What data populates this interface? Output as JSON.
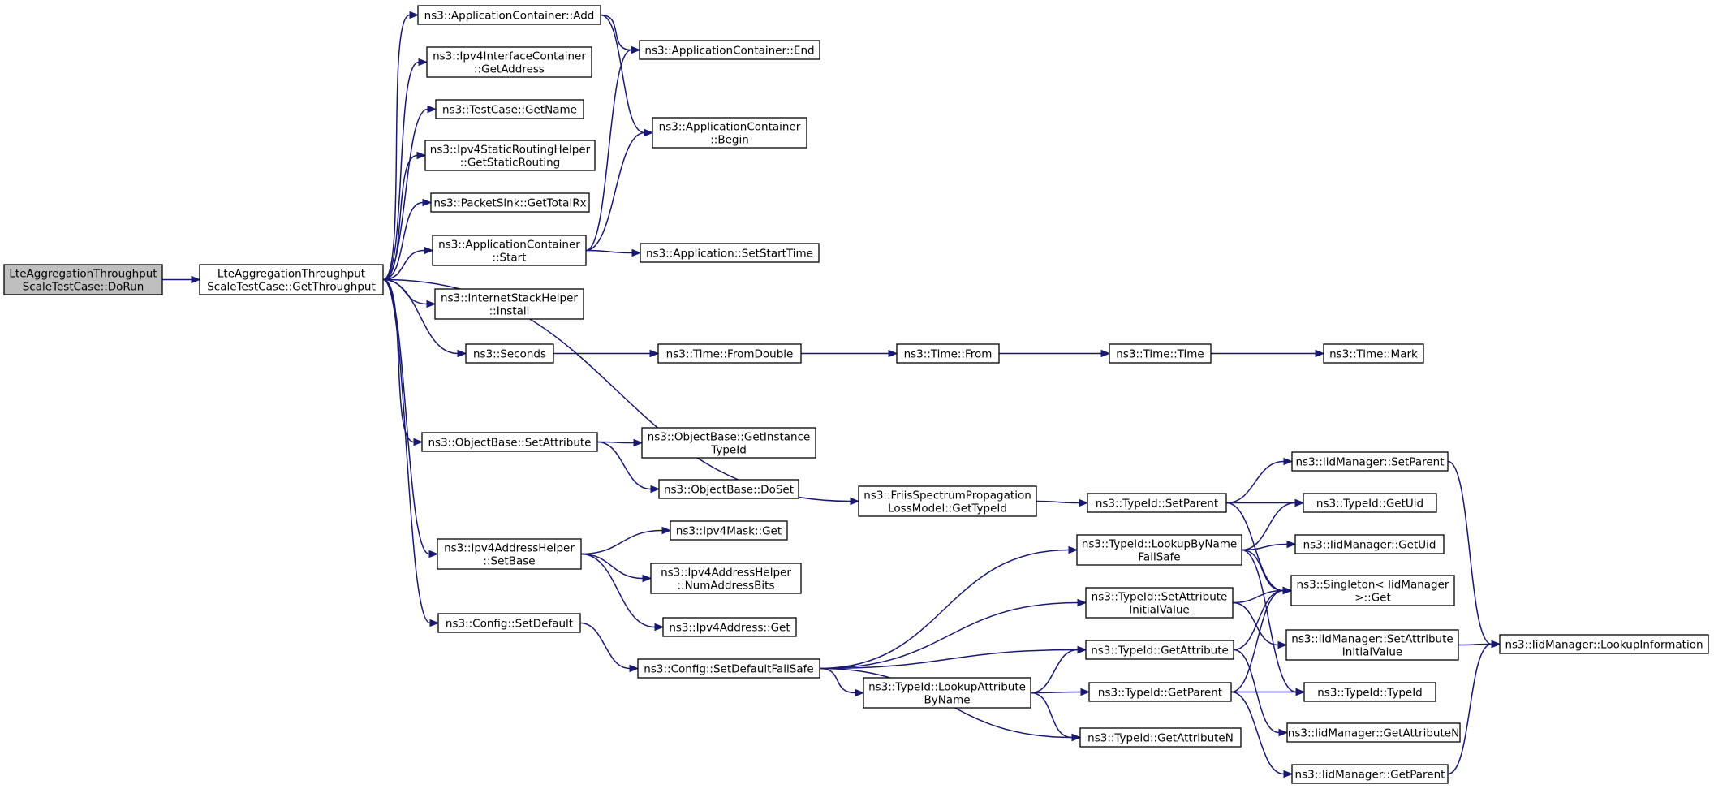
{
  "diagram": {
    "type": "call-graph",
    "root": "doRun",
    "nodes": [
      {
        "id": "doRun",
        "lines": [
          "LteAggregationThroughput",
          "ScaleTestCase::DoRun"
        ],
        "highlight": true
      },
      {
        "id": "getThroughput",
        "lines": [
          "LteAggregationThroughput",
          "ScaleTestCase::GetThroughput"
        ]
      },
      {
        "id": "appAdd",
        "lines": [
          "ns3::ApplicationContainer::Add"
        ]
      },
      {
        "id": "ipv4IfGetAddress",
        "lines": [
          "ns3::Ipv4InterfaceContainer",
          "::GetAddress"
        ]
      },
      {
        "id": "testCaseGetName",
        "lines": [
          "ns3::TestCase::GetName"
        ]
      },
      {
        "id": "staticRouting",
        "lines": [
          "ns3::Ipv4StaticRoutingHelper",
          "::GetStaticRouting"
        ]
      },
      {
        "id": "packetSinkTotalRx",
        "lines": [
          "ns3::PacketSink::GetTotalRx"
        ]
      },
      {
        "id": "appStart",
        "lines": [
          "ns3::ApplicationContainer",
          "::Start"
        ]
      },
      {
        "id": "internetInstall",
        "lines": [
          "ns3::InternetStackHelper",
          "::Install"
        ]
      },
      {
        "id": "seconds",
        "lines": [
          "ns3::Seconds"
        ]
      },
      {
        "id": "objSetAttr",
        "lines": [
          "ns3::ObjectBase::SetAttribute"
        ]
      },
      {
        "id": "ipv4AddrSetBase",
        "lines": [
          "ns3::Ipv4AddressHelper",
          "::SetBase"
        ]
      },
      {
        "id": "configSetDefault",
        "lines": [
          "ns3::Config::SetDefault"
        ]
      },
      {
        "id": "appEnd",
        "lines": [
          "ns3::ApplicationContainer::End"
        ]
      },
      {
        "id": "appBegin",
        "lines": [
          "ns3::ApplicationContainer",
          "::Begin"
        ]
      },
      {
        "id": "appSetStart",
        "lines": [
          "ns3::Application::SetStartTime"
        ]
      },
      {
        "id": "timeFromDouble",
        "lines": [
          "ns3::Time::FromDouble"
        ]
      },
      {
        "id": "timeFrom",
        "lines": [
          "ns3::Time::From"
        ]
      },
      {
        "id": "timeTime",
        "lines": [
          "ns3::Time::Time"
        ]
      },
      {
        "id": "timeMark",
        "lines": [
          "ns3::Time::Mark"
        ]
      },
      {
        "id": "objGetInstTypeId",
        "lines": [
          "ns3::ObjectBase::GetInstance",
          "TypeId"
        ]
      },
      {
        "id": "objDoSet",
        "lines": [
          "ns3::ObjectBase::DoSet"
        ]
      },
      {
        "id": "friisGetTypeId",
        "lines": [
          "ns3::FriisSpectrumPropagation",
          "LossModel::GetTypeId"
        ]
      },
      {
        "id": "ipv4MaskGet",
        "lines": [
          "ns3::Ipv4Mask::Get"
        ]
      },
      {
        "id": "numAddrBits",
        "lines": [
          "ns3::Ipv4AddressHelper",
          "::NumAddressBits"
        ]
      },
      {
        "id": "ipv4AddrGet",
        "lines": [
          "ns3::Ipv4Address::Get"
        ]
      },
      {
        "id": "configSetDefaultFailSafe",
        "lines": [
          "ns3::Config::SetDefaultFailSafe"
        ]
      },
      {
        "id": "typeIdSetParent",
        "lines": [
          "ns3::TypeId::SetParent"
        ]
      },
      {
        "id": "lookupByNameFailSafe",
        "lines": [
          "ns3::TypeId::LookupByName",
          "FailSafe"
        ]
      },
      {
        "id": "setAttrInitial",
        "lines": [
          "ns3::TypeId::SetAttribute",
          "InitialValue"
        ]
      },
      {
        "id": "typeIdGetAttribute",
        "lines": [
          "ns3::TypeId::GetAttribute"
        ]
      },
      {
        "id": "lookupAttrByName",
        "lines": [
          "ns3::TypeId::LookupAttribute",
          "ByName"
        ]
      },
      {
        "id": "typeIdGetParent",
        "lines": [
          "ns3::TypeId::GetParent"
        ]
      },
      {
        "id": "typeIdGetAttrN",
        "lines": [
          "ns3::TypeId::GetAttributeN"
        ]
      },
      {
        "id": "iidSetParent",
        "lines": [
          "ns3::IidManager::SetParent"
        ]
      },
      {
        "id": "typeIdGetUid",
        "lines": [
          "ns3::TypeId::GetUid"
        ]
      },
      {
        "id": "iidGetUid",
        "lines": [
          "ns3::IidManager::GetUid"
        ]
      },
      {
        "id": "singletonGet",
        "lines": [
          "ns3::Singleton< IidManager",
          ">::Get"
        ]
      },
      {
        "id": "iidSetAttrInitial",
        "lines": [
          "ns3::IidManager::SetAttribute",
          "InitialValue"
        ]
      },
      {
        "id": "typeIdTypeId",
        "lines": [
          "ns3::TypeId::TypeId"
        ]
      },
      {
        "id": "iidGetAttrN",
        "lines": [
          "ns3::IidManager::GetAttributeN"
        ]
      },
      {
        "id": "iidGetParent",
        "lines": [
          "ns3::IidManager::GetParent"
        ]
      },
      {
        "id": "iidLookupInfo",
        "lines": [
          "ns3::IidManager::LookupInformation"
        ]
      }
    ],
    "edges": [
      [
        "doRun",
        "getThroughput"
      ],
      [
        "getThroughput",
        "appAdd"
      ],
      [
        "getThroughput",
        "ipv4IfGetAddress"
      ],
      [
        "getThroughput",
        "testCaseGetName"
      ],
      [
        "getThroughput",
        "staticRouting"
      ],
      [
        "getThroughput",
        "packetSinkTotalRx"
      ],
      [
        "getThroughput",
        "appStart"
      ],
      [
        "getThroughput",
        "internetInstall"
      ],
      [
        "getThroughput",
        "seconds"
      ],
      [
        "getThroughput",
        "friisGetTypeId"
      ],
      [
        "getThroughput",
        "objSetAttr"
      ],
      [
        "getThroughput",
        "ipv4AddrSetBase"
      ],
      [
        "getThroughput",
        "configSetDefault"
      ],
      [
        "appAdd",
        "appEnd"
      ],
      [
        "appAdd",
        "appBegin"
      ],
      [
        "appStart",
        "appEnd"
      ],
      [
        "appStart",
        "appBegin"
      ],
      [
        "appStart",
        "appSetStart"
      ],
      [
        "seconds",
        "timeFromDouble"
      ],
      [
        "timeFromDouble",
        "timeFrom"
      ],
      [
        "timeFrom",
        "timeTime"
      ],
      [
        "timeTime",
        "timeMark"
      ],
      [
        "objSetAttr",
        "objGetInstTypeId"
      ],
      [
        "objSetAttr",
        "objDoSet"
      ],
      [
        "ipv4AddrSetBase",
        "ipv4MaskGet"
      ],
      [
        "ipv4AddrSetBase",
        "numAddrBits"
      ],
      [
        "ipv4AddrSetBase",
        "ipv4AddrGet"
      ],
      [
        "configSetDefault",
        "configSetDefaultFailSafe"
      ],
      [
        "configSetDefaultFailSafe",
        "lookupByNameFailSafe"
      ],
      [
        "configSetDefaultFailSafe",
        "setAttrInitial"
      ],
      [
        "configSetDefaultFailSafe",
        "typeIdGetAttribute"
      ],
      [
        "configSetDefaultFailSafe",
        "lookupAttrByName"
      ],
      [
        "configSetDefaultFailSafe",
        "typeIdGetAttrN"
      ],
      [
        "friisGetTypeId",
        "typeIdSetParent"
      ],
      [
        "typeIdSetParent",
        "iidSetParent"
      ],
      [
        "typeIdSetParent",
        "typeIdGetUid"
      ],
      [
        "typeIdSetParent",
        "singletonGet"
      ],
      [
        "lookupByNameFailSafe",
        "typeIdGetUid"
      ],
      [
        "lookupByNameFailSafe",
        "iidGetUid"
      ],
      [
        "lookupByNameFailSafe",
        "singletonGet"
      ],
      [
        "lookupByNameFailSafe",
        "typeIdTypeId"
      ],
      [
        "setAttrInitial",
        "singletonGet"
      ],
      [
        "setAttrInitial",
        "iidSetAttrInitial"
      ],
      [
        "typeIdGetAttribute",
        "singletonGet"
      ],
      [
        "typeIdGetAttribute",
        "iidGetAttrN"
      ],
      [
        "lookupAttrByName",
        "typeIdGetAttribute"
      ],
      [
        "lookupAttrByName",
        "typeIdGetParent"
      ],
      [
        "lookupAttrByName",
        "typeIdGetAttrN"
      ],
      [
        "typeIdGetParent",
        "singletonGet"
      ],
      [
        "typeIdGetParent",
        "typeIdTypeId"
      ],
      [
        "typeIdGetParent",
        "iidGetParent"
      ],
      [
        "iidSetParent",
        "iidLookupInfo"
      ],
      [
        "iidSetAttrInitial",
        "iidLookupInfo"
      ],
      [
        "iidGetParent",
        "iidLookupInfo"
      ]
    ]
  }
}
